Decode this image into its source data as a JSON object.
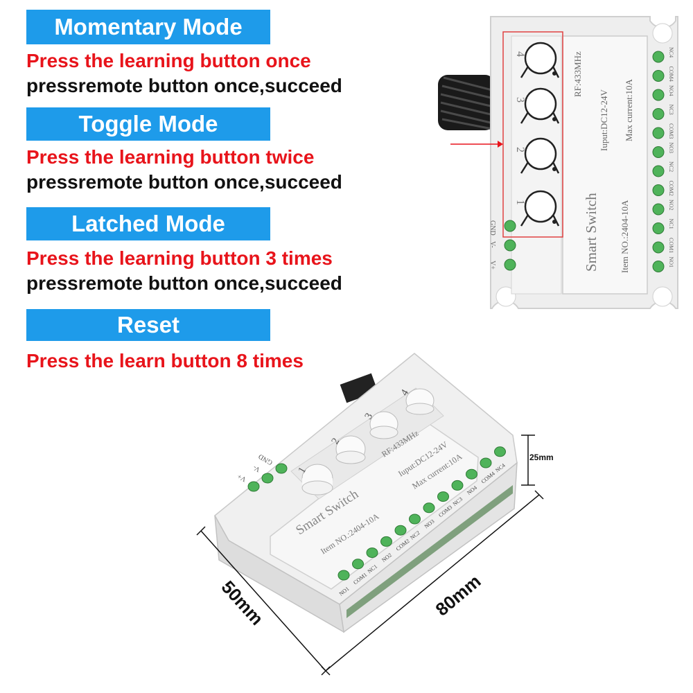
{
  "modes": [
    {
      "title": "Momentary Mode",
      "line1": "Press the learning button once",
      "line2": "pressremote button once,succeed"
    },
    {
      "title": "Toggle Mode",
      "line1": "Press the learning button twice",
      "line2": "pressremote button once,succeed"
    },
    {
      "title": "Latched Mode",
      "line1": "Press the learning button 3 times",
      "line2": "pressremote button once,succeed"
    },
    {
      "title": "Reset",
      "line1": "Press the learn button 8 times"
    }
  ],
  "colors": {
    "header_bg": "#1e9bea",
    "red_text": "#e8141b",
    "terminal_green": "#4fb35a"
  },
  "device_top": {
    "buttons": [
      "4",
      "3",
      "2",
      "1"
    ],
    "terminals_right": [
      "NC4",
      "COM4",
      "NO4",
      "NC3",
      "COM3",
      "NO3",
      "NC2",
      "COM2",
      "NO2",
      "NC1",
      "COM1",
      "NO1"
    ],
    "power_terminals": [
      "GND",
      "V-",
      "V+"
    ],
    "label_title": "Smart Switch",
    "label_item": "Item NO.:2404-10A",
    "label_rf": "RF:433MHz",
    "label_input": "Iuput:DC12-24V",
    "label_current": "Max current:10A"
  },
  "device_iso": {
    "buttons": [
      "1",
      "2",
      "3",
      "4"
    ],
    "power_terminals": [
      "GND",
      "V-",
      "V+"
    ],
    "terminals_front": [
      "NO1",
      "COM1",
      "NC1",
      "NO2",
      "COM2",
      "NC2",
      "NO3",
      "COM3",
      "NC3",
      "NO4",
      "COM4",
      "NC4"
    ],
    "label_title": "Smart Switch",
    "label_item": "Item NO.:2404-10A",
    "label_rf": "RF:433MHz",
    "label_input": "Iuput:DC12-24V",
    "label_current": "Max current:10A"
  },
  "dimensions": {
    "height": "25mm",
    "depth": "50mm",
    "length": "80mm"
  }
}
